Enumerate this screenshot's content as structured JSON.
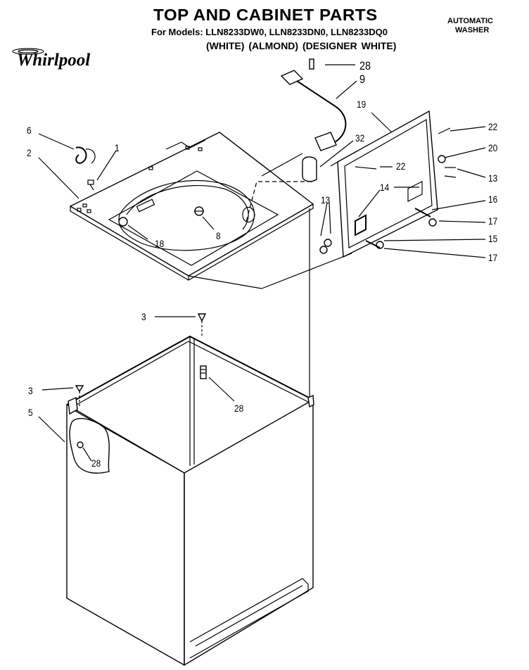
{
  "header": {
    "title": "TOP AND CABINET PARTS",
    "models": "For Models: LLN8233DW0, LLN8233DN0, LLN8233DQ0",
    "colors": "(WHITE)   (ALMOND) (DESIGNER WHITE)",
    "appliance_line1": "AUTOMATIC",
    "appliance_line2": "WASHER",
    "brand": "Whirlpool"
  },
  "callouts": {
    "c28_top": "28",
    "c9": "9",
    "c19": "19",
    "c22_top": "22",
    "c6": "6",
    "c1": "1",
    "c2": "2",
    "c32": "32",
    "c22_mid": "22",
    "c20": "20",
    "c13_right": "13",
    "c14": "14",
    "c16": "16",
    "c13_left": "13",
    "c17_top": "17",
    "c15": "15",
    "c17_bottom": "17",
    "c8": "8",
    "c18": "18",
    "c3_top": "3",
    "c28_mid": "28",
    "c3_left": "3",
    "c5": "5",
    "c28_bottom": "28"
  }
}
